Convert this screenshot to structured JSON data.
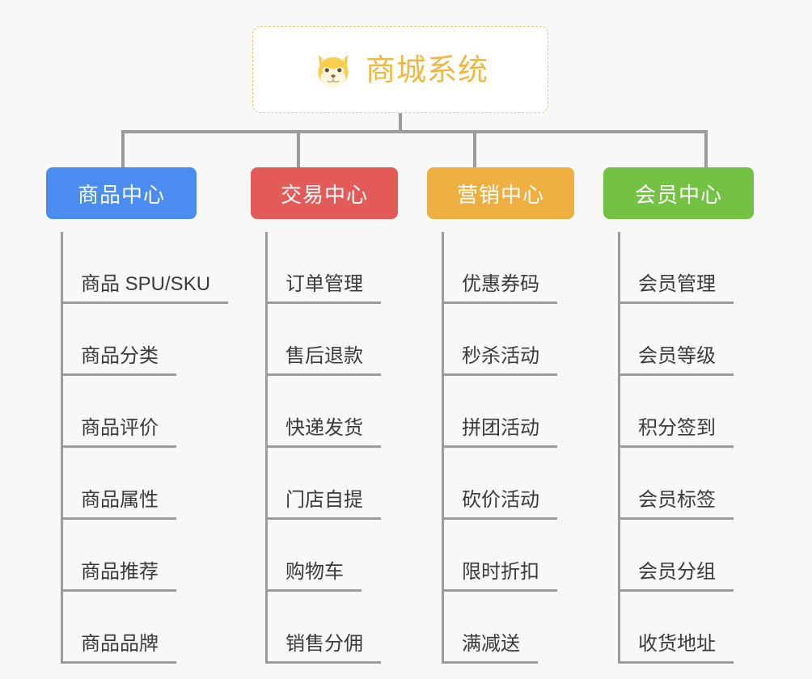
{
  "diagram": {
    "type": "mindmap-org-chart",
    "background_color": "#f8f8f8",
    "connector_color": "#9b9b9b"
  },
  "root": {
    "title": "商城系统",
    "icon": "shiba-dog-face-icon",
    "text_color": "#f0b73f",
    "border_color": "#f0c36a",
    "background_color": "#ffffff"
  },
  "branches": [
    {
      "label": "商品中心",
      "color": "#4a8cf0",
      "items": [
        "商品 SPU/SKU",
        "商品分类",
        "商品评价",
        "商品属性",
        "商品推荐",
        "商品品牌"
      ]
    },
    {
      "label": "交易中心",
      "color": "#e35b59",
      "items": [
        "订单管理",
        "售后退款",
        "快递发货",
        "门店自提",
        "购物车",
        "销售分佣"
      ]
    },
    {
      "label": "营销中心",
      "color": "#eeaf40",
      "items": [
        "优惠券码",
        "秒杀活动",
        "拼团活动",
        "砍价活动",
        "限时折扣",
        "满减送"
      ]
    },
    {
      "label": "会员中心",
      "color": "#74c243",
      "items": [
        "会员管理",
        "会员等级",
        "积分签到",
        "会员标签",
        "会员分组",
        "收货地址"
      ]
    }
  ]
}
